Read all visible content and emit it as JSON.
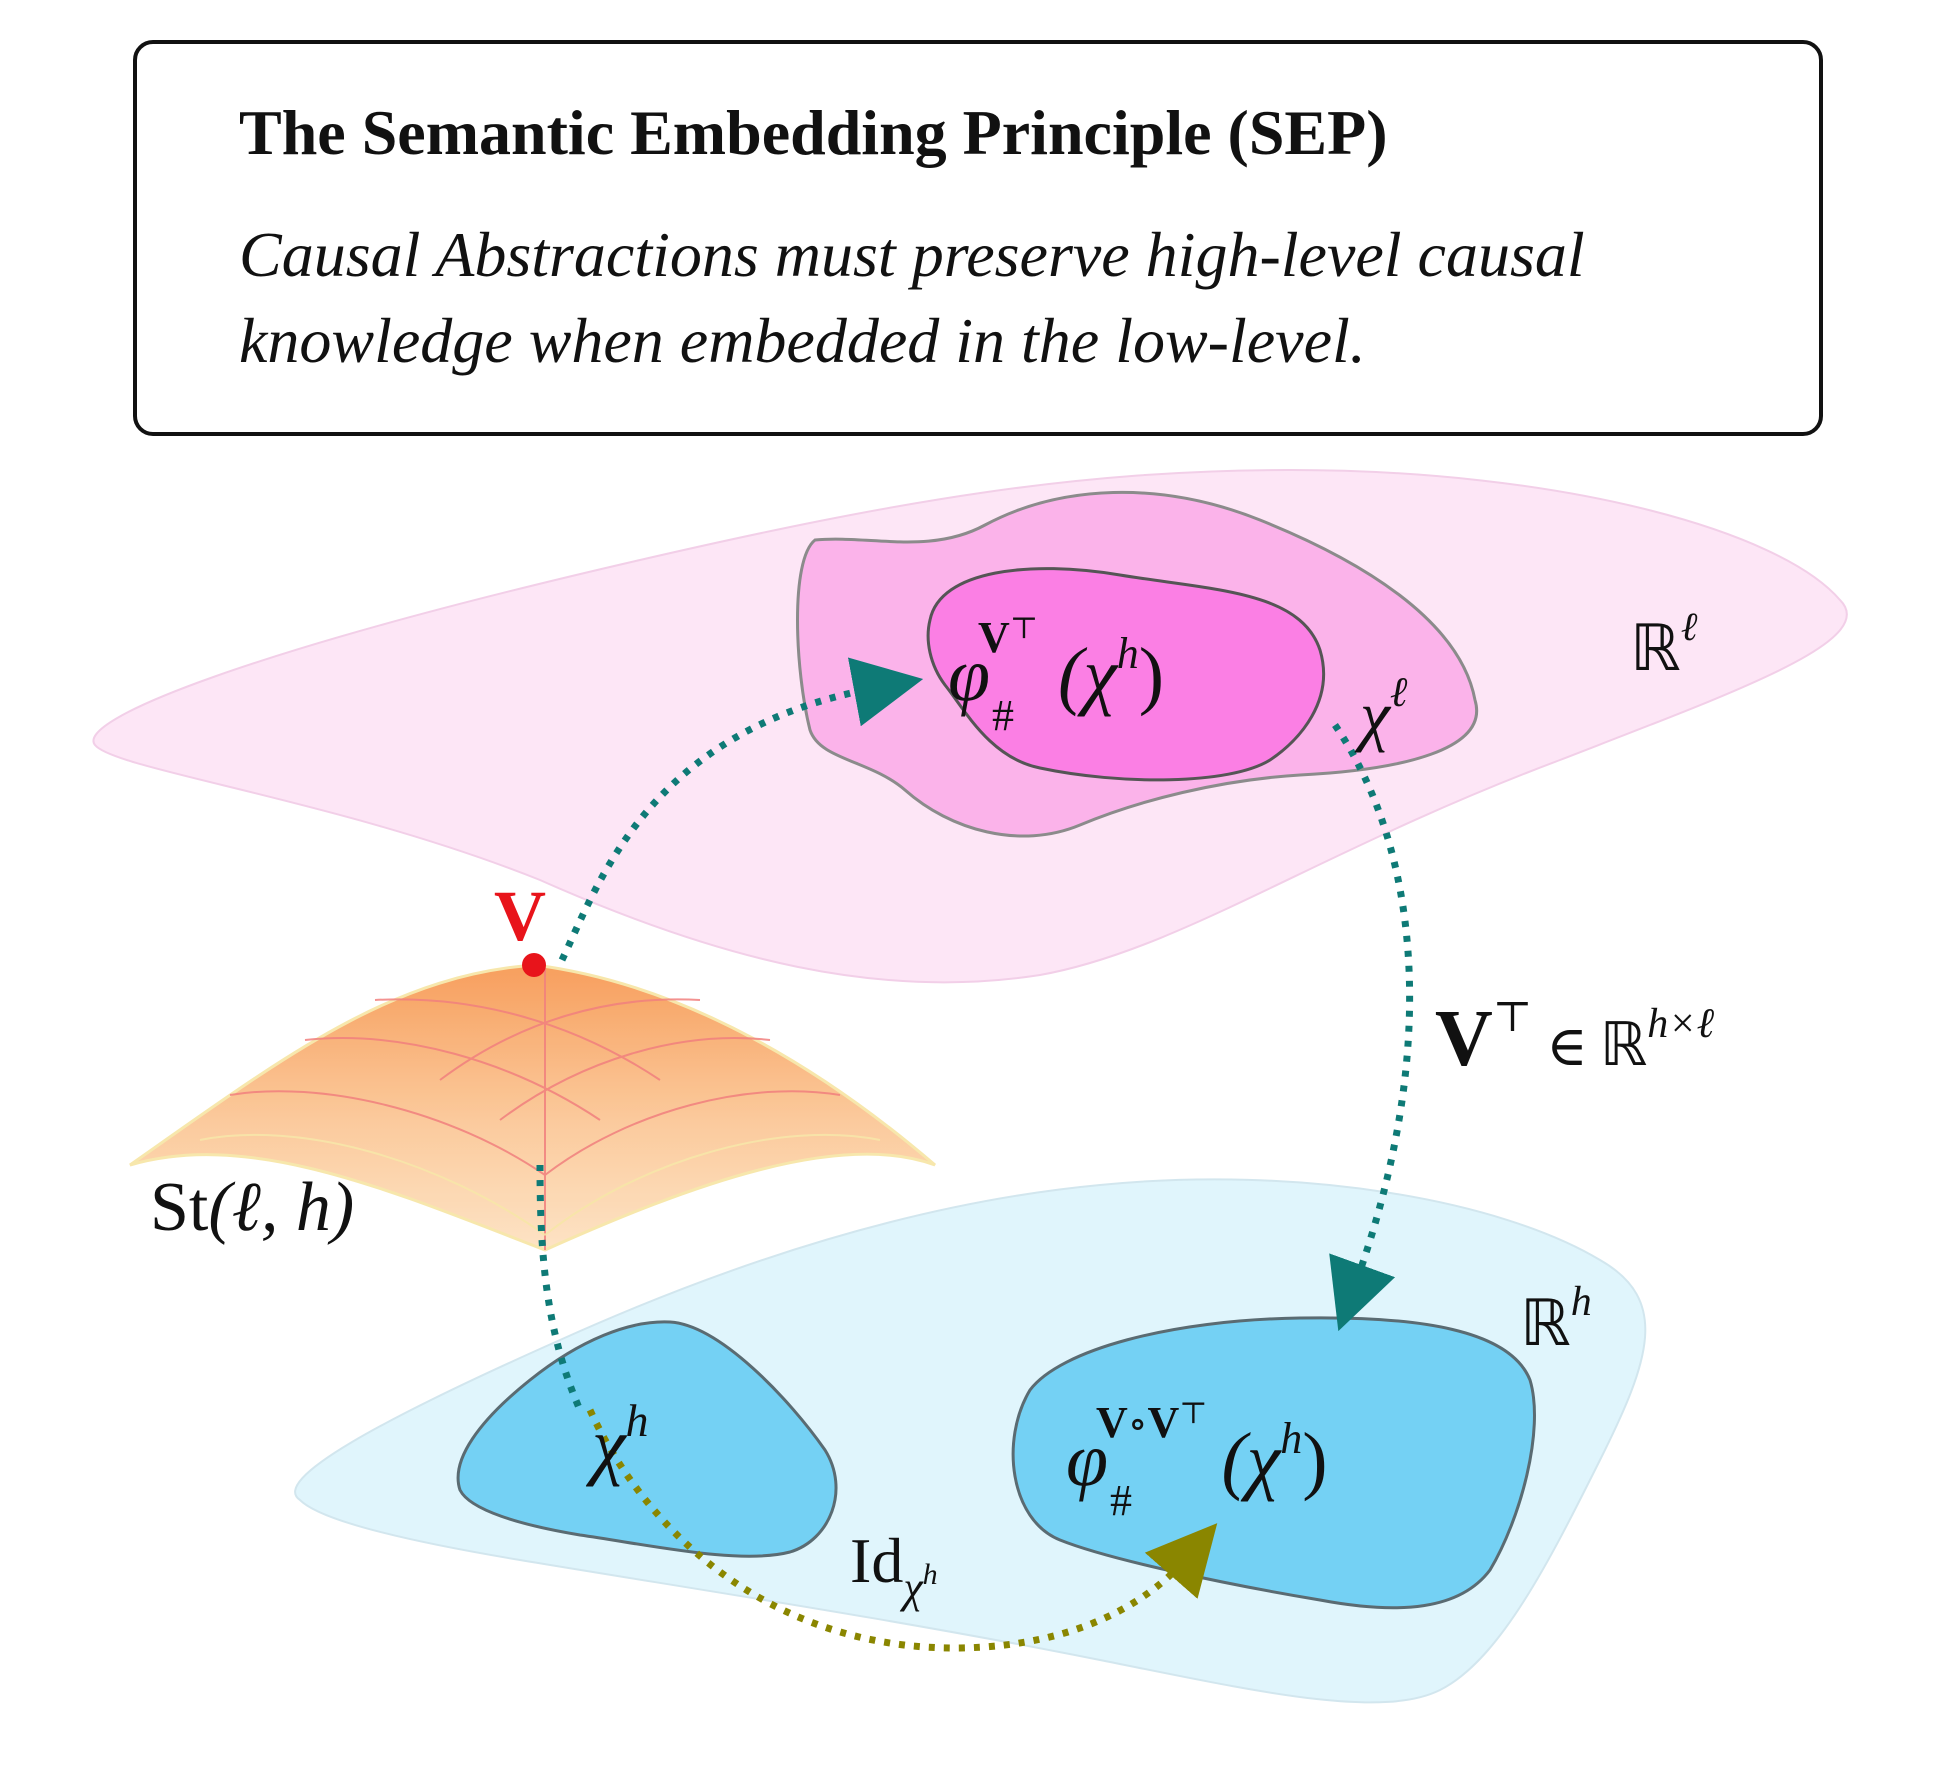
{
  "principle": {
    "title": "The Semantic Embedding Principle (SEP)",
    "statement": "Causal Abstractions must preserve high-level causal knowledge when embedded in the low-level."
  },
  "spaces": {
    "low_level": {
      "space": "ℝ",
      "space_exp": "ℓ",
      "region": "χ",
      "region_sup": "ℓ",
      "image": {
        "fn": "φ",
        "sub": "#",
        "sup_bold": "V",
        "sup_mark": "⊤",
        "arg_open": "(χ",
        "arg_sup": "h",
        "arg_close": ")"
      }
    },
    "high_level": {
      "space": "ℝ",
      "space_exp": "h",
      "region": "χ",
      "region_sup": "h",
      "image": {
        "fn": "φ",
        "sub": "#",
        "sup_bold_1": "V",
        "sup_op": "∘",
        "sup_bold_2": "V",
        "sup_mark": "⊤",
        "arg_open": "(χ",
        "arg_sup": "h",
        "arg_close": ")"
      }
    }
  },
  "manifold": {
    "name": "St",
    "args": "(ℓ, h)",
    "point": "V"
  },
  "maps": {
    "encoder": {
      "bold": "V",
      "mark": "⊤",
      "in": "∈",
      "space": "ℝ",
      "dims": "h×ℓ"
    },
    "identity": {
      "base": "Id",
      "sub": "χ",
      "sub_sup": "h"
    }
  },
  "colors": {
    "teal": "#0E7A76",
    "olive": "#8A8600",
    "red": "#E8141B",
    "pink_plane": "#FDE6F6",
    "pink_region": "#FBB3EA",
    "magenta_region": "#FB7FE4",
    "blue_plane": "#E0F5FC",
    "blue_region": "#74D1F4"
  }
}
